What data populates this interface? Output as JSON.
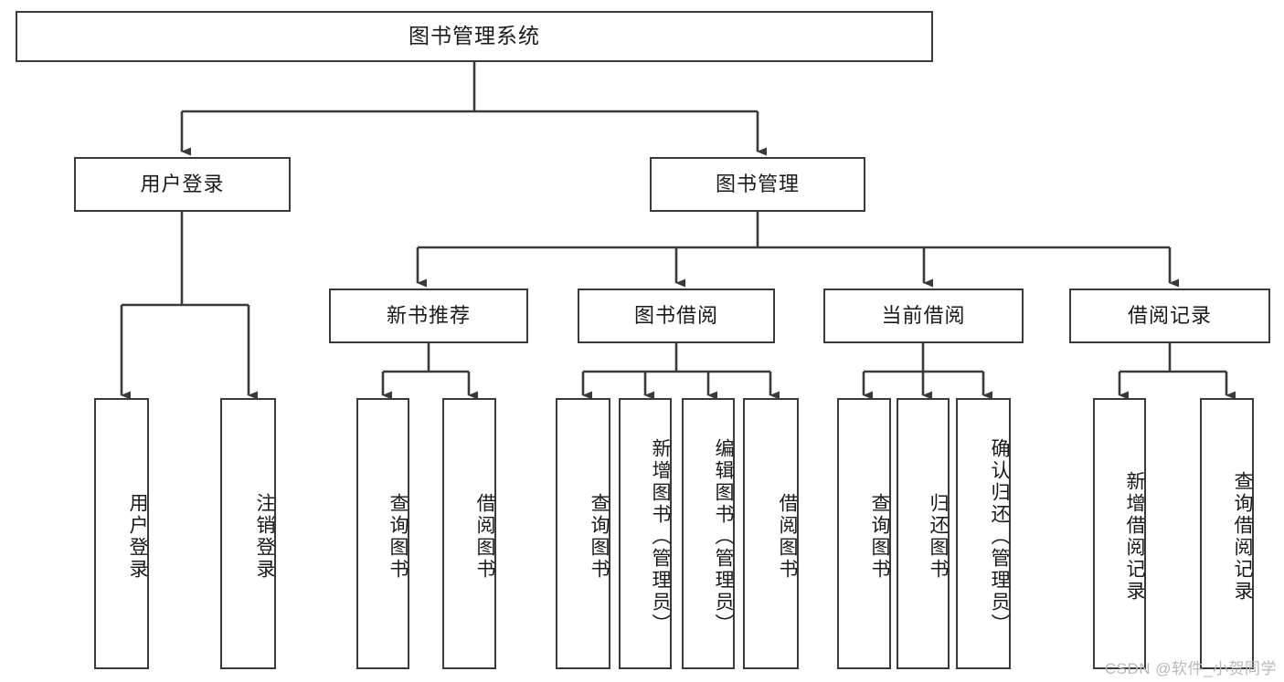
{
  "diagram": {
    "type": "tree",
    "title": "图书管理系统",
    "root": {
      "id": "root",
      "label": "图书管理系统"
    },
    "level1": [
      {
        "id": "user-login",
        "label": "用户登录"
      },
      {
        "id": "book-manage",
        "label": "图书管理"
      }
    ],
    "level2": [
      {
        "id": "new-book-recommend",
        "label": "新书推荐",
        "parent": "book-manage"
      },
      {
        "id": "book-borrow",
        "label": "图书借阅",
        "parent": "book-manage"
      },
      {
        "id": "current-borrow",
        "label": "当前借阅",
        "parent": "book-manage"
      },
      {
        "id": "borrow-record",
        "label": "借阅记录",
        "parent": "book-manage"
      }
    ],
    "leaves": {
      "user_login": [
        {
          "id": "leaf-user-login",
          "label": "用户登录"
        },
        {
          "id": "leaf-user-logout",
          "label": "注销登录"
        }
      ],
      "new_book_recommend": [
        {
          "id": "leaf-query-book-1",
          "label": "查询图书"
        },
        {
          "id": "leaf-borrow-book-1",
          "label": "借阅图书"
        }
      ],
      "book_borrow": [
        {
          "id": "leaf-query-book-2",
          "label": "查询图书"
        },
        {
          "id": "leaf-add-book",
          "label": "新增图书（管理员）"
        },
        {
          "id": "leaf-edit-book",
          "label": "编辑图书（管理员）"
        },
        {
          "id": "leaf-borrow-book-2",
          "label": "借阅图书"
        }
      ],
      "current_borrow": [
        {
          "id": "leaf-query-book-3",
          "label": "查询图书"
        },
        {
          "id": "leaf-return-book",
          "label": "归还图书"
        },
        {
          "id": "leaf-confirm-return",
          "label": "确认归还（管理员）"
        }
      ],
      "borrow_record": [
        {
          "id": "leaf-add-record",
          "label": "新增借阅记录"
        },
        {
          "id": "leaf-query-record",
          "label": "查询借阅记录"
        }
      ]
    },
    "colors": {
      "stroke": "#3a3a3a",
      "text": "#1a1a1a",
      "background": "#ffffff",
      "watermark": "#b8b8b8"
    }
  },
  "watermark": {
    "text": "CSDN @软件_小贺同学"
  }
}
